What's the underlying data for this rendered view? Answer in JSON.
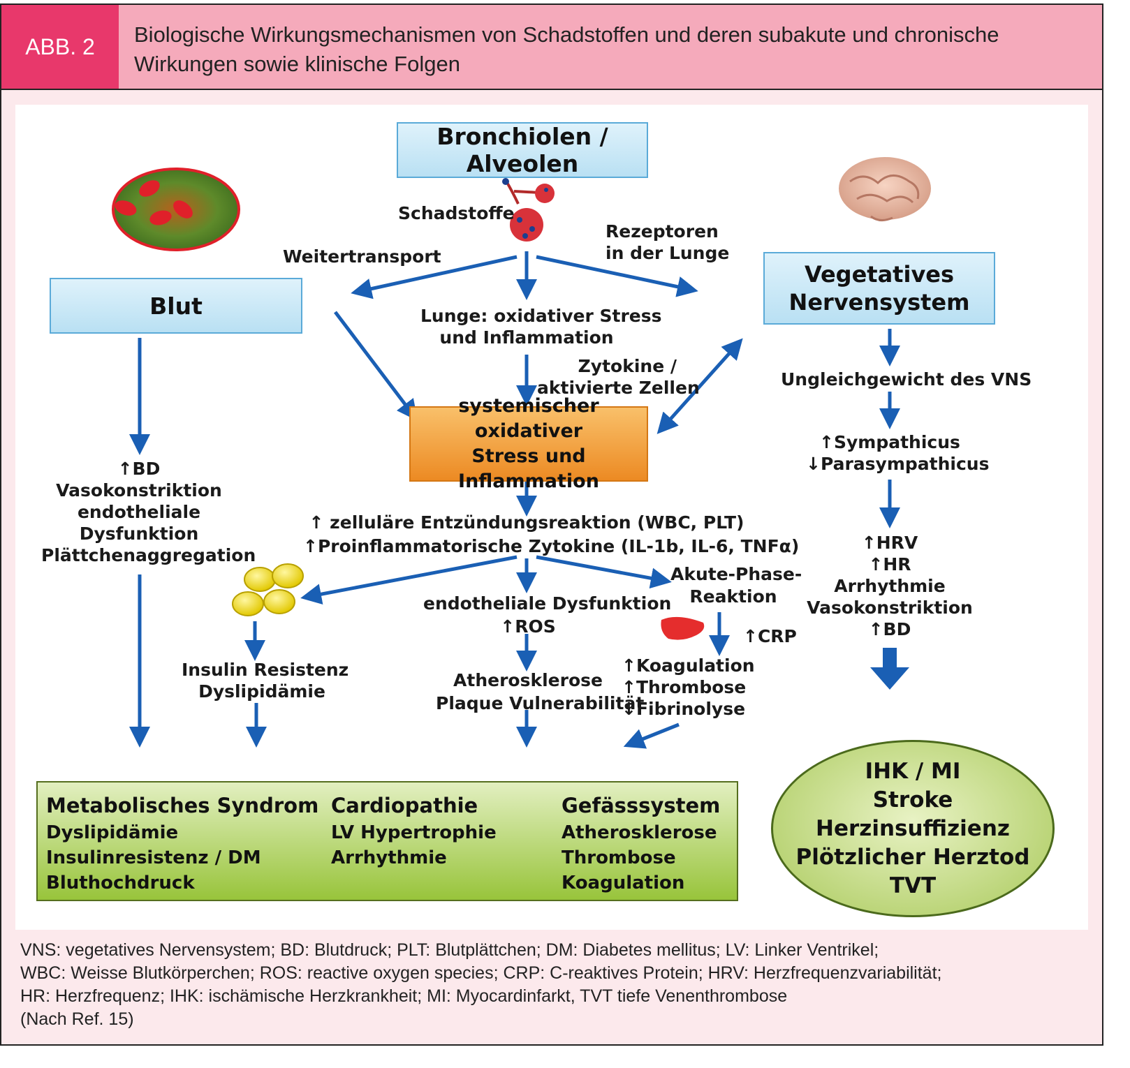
{
  "header": {
    "badge": "ABB. 2",
    "title_line1": "Biologische Wirkungsmechanismen von Schadstoffen und deren subakute und chronische",
    "title_line2": "Wirkungen sowie klinische Folgen"
  },
  "nodes": {
    "bronchiolen": "Bronchiolen / Alveolen",
    "schadstoffe": "Schadstoffe",
    "weitertransport": "Weitertransport",
    "rezeptoren_1": "Rezeptoren",
    "rezeptoren_2": "in der Lunge",
    "blut": "Blut",
    "vns_1": "Vegetatives",
    "vns_2": "Nervensystem",
    "lunge_1": "Lunge: oxidativer Stress",
    "lunge_2": "und Inflammation",
    "zytokine_1": "Zytokine /",
    "zytokine_2": "aktivierte Zellen",
    "systemisch_1": "systemischer oxidativer",
    "systemisch_2": "Stress und Inflammation",
    "ungleich": "Ungleichgewicht des VNS",
    "sympath": "↑Sympathicus",
    "parasymp": "↓Parasympathicus",
    "blut_eff": [
      "↑BD",
      "Vasokonstriktion",
      "endotheliale",
      "Dysfunktion",
      "Plättchenaggregation"
    ],
    "zell_1": "↑ zelluläre Entzündungsreaktion (WBC, PLT)",
    "zell_2": "↑Proinflammatorische Zytokine (IL-1b, IL-6, TNFα)",
    "akute_1": "Akute-Phase-",
    "akute_2": "Reaktion",
    "endo_1": "endotheliale Dysfunktion",
    "endo_2": "↑ROS",
    "crp": "↑CRP",
    "vns_eff": [
      "↑HRV",
      "↑HR",
      "Arrhythmie",
      "Vasokonstriktion",
      "↑BD"
    ],
    "insulin_1": "Insulin Resistenz",
    "insulin_2": "Dyslipidämie",
    "athero_1": "Atherosklerose",
    "athero_2": "Plaque Vulnerabilität",
    "koag": [
      "↑Koagulation",
      "↑Thrombose",
      "↓Fibrinolyse"
    ]
  },
  "green_box": {
    "col1": {
      "head": "Metabolisches Syndrom",
      "items": [
        "Dyslipidämie",
        "Insulinresistenz / DM",
        "Bluthochdruck"
      ]
    },
    "col2": {
      "head": "Cardiopathie",
      "items": [
        "LV Hypertrophie",
        "Arrhythmie"
      ]
    },
    "col3": {
      "head": "Gefässsystem",
      "items": [
        "Atherosklerose",
        "Thrombose",
        "Koagulation"
      ]
    }
  },
  "outcomes": [
    "IHK / MI",
    "Stroke",
    "Herzinsuffizienz",
    "Plötzlicher Herztod",
    "TVT"
  ],
  "footer": [
    "VNS: vegetatives Nervensystem; BD: Blutdruck; PLT: Blutplättchen; DM: Diabetes mellitus; LV: Linker Ventrikel;",
    "WBC: Weisse Blutkörperchen; ROS: reactive oxygen species; CRP: C-reaktives Protein; HRV: Herzfrequenzvariabilität;",
    "HR: Herzfrequenz; IHK: ischämische Herzkrankheit; MI: Myocardinfarkt, TVT tiefe Venenthrombose",
    "(Nach Ref. 15)"
  ],
  "colors": {
    "arrow": "#1a5fb4",
    "badge": "#e8386b",
    "header": "#f5aabb",
    "page": "#fce9ec"
  }
}
